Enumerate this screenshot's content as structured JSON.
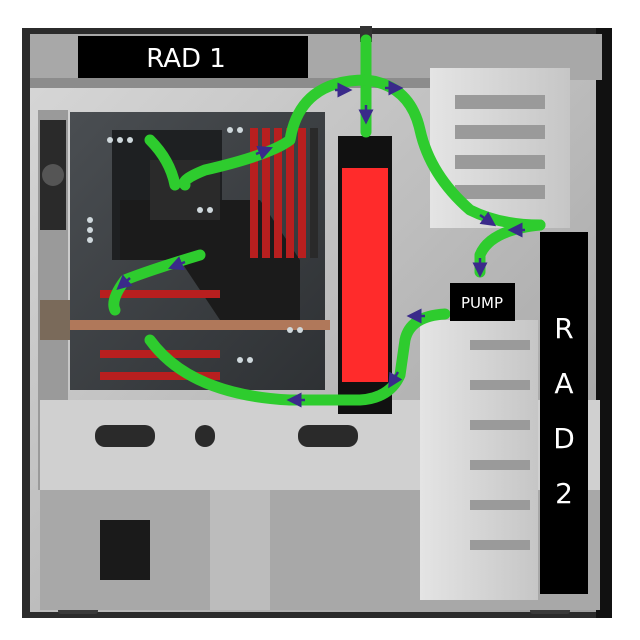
{
  "labels": {
    "rad1": "RAD 1",
    "rad2_line1": "R",
    "rad2_line2": "A",
    "rad2_line3": "D",
    "rad2_line4": "2",
    "pump": "PUMP"
  },
  "colors": {
    "loop_tubing": "#2ecc2e",
    "flow_arrow": "#3a2a8a",
    "reservoir": "#ff2b2b",
    "label_box": "#000000",
    "label_text": "#ffffff",
    "ram_slots": "#b81f1f",
    "pcie_slots": "#b81f1f",
    "case_interior": "#c9c9c9",
    "motherboard": "#3a3d40",
    "drive_bay": "#d9d9d9"
  }
}
